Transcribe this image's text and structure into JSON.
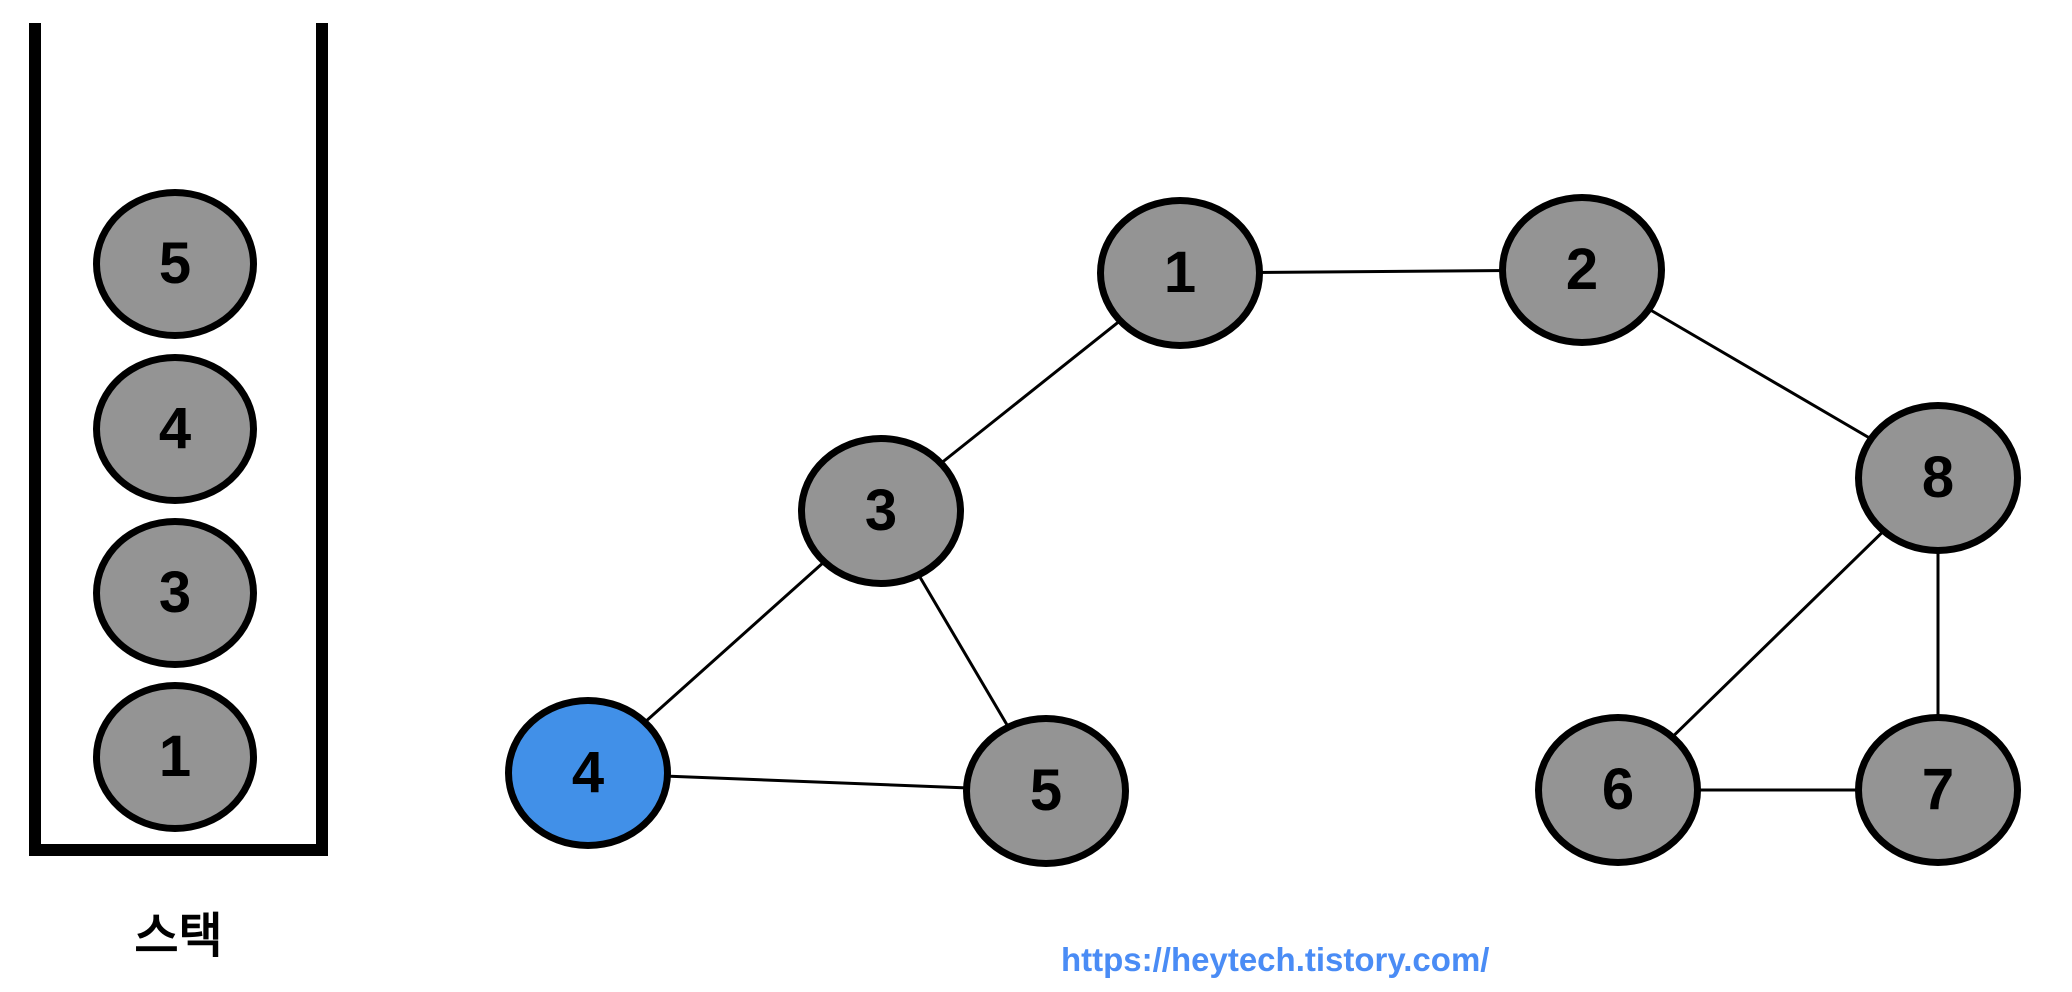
{
  "stack": {
    "label": "스택",
    "items": [
      "5",
      "4",
      "3",
      "1"
    ]
  },
  "graph": {
    "nodes": [
      {
        "id": "1",
        "label": "1",
        "state": "default"
      },
      {
        "id": "2",
        "label": "2",
        "state": "default"
      },
      {
        "id": "3",
        "label": "3",
        "state": "default"
      },
      {
        "id": "4",
        "label": "4",
        "state": "highlighted"
      },
      {
        "id": "5",
        "label": "5",
        "state": "default"
      },
      {
        "id": "6",
        "label": "6",
        "state": "default"
      },
      {
        "id": "7",
        "label": "7",
        "state": "default"
      },
      {
        "id": "8",
        "label": "8",
        "state": "default"
      }
    ],
    "edges": [
      [
        "1",
        "2"
      ],
      [
        "1",
        "3"
      ],
      [
        "3",
        "4"
      ],
      [
        "3",
        "5"
      ],
      [
        "4",
        "5"
      ],
      [
        "2",
        "8"
      ],
      [
        "8",
        "6"
      ],
      [
        "8",
        "7"
      ],
      [
        "6",
        "7"
      ]
    ],
    "highlighted_node": "4"
  },
  "footer": {
    "url": "https://heytech.tistory.com/"
  },
  "colors": {
    "background": "#FFFFFF",
    "node_fill": "#949494",
    "node_stroke": "#000000",
    "highlight_fill": "#4190E8",
    "edge": "#000000",
    "url_text": "#4A8CF5"
  }
}
